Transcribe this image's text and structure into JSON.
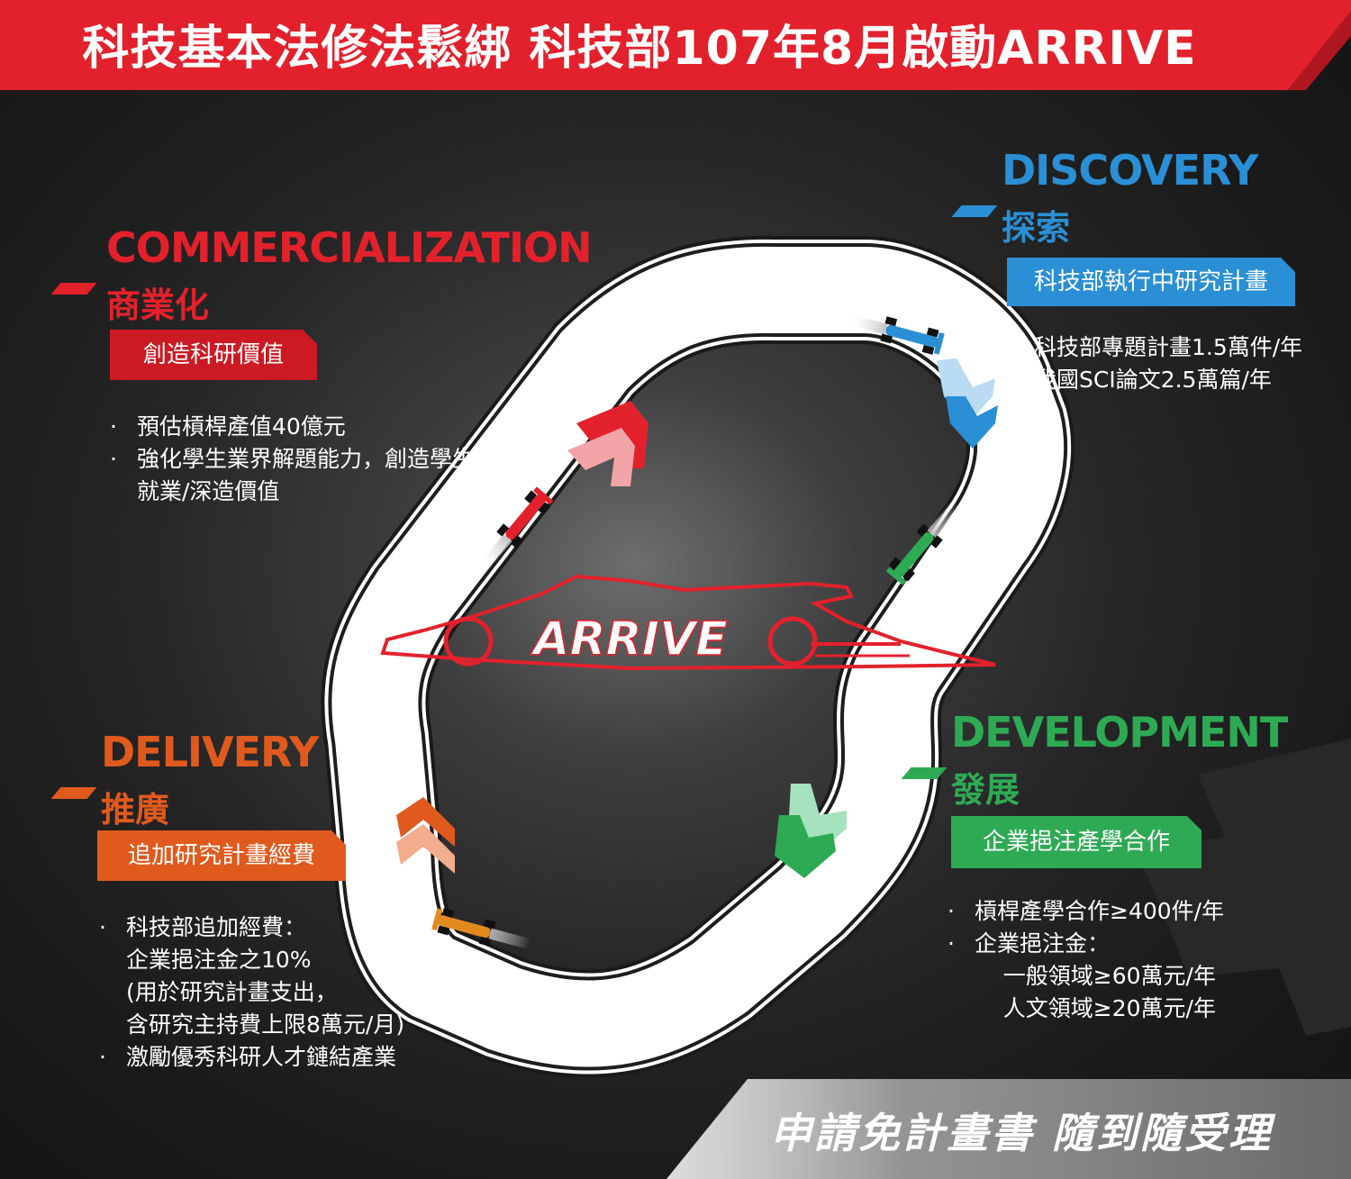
{
  "header": {
    "title": "科技基本法修法鬆綁 科技部107年8月啟動ARRIVE"
  },
  "logo": {
    "word": "ARRIVE"
  },
  "sections": {
    "commercialization": {
      "en": "COMMERCIALIZATION",
      "zh": "商業化",
      "tag": "創造科研價值",
      "color": "#e3212c",
      "bullets": [
        {
          "dot": "·",
          "text": "預估槓桿產值40億元"
        },
        {
          "dot": "·",
          "text": "強化學生業界解題能力，創造學生"
        },
        {
          "dot": "",
          "text": "就業/深造價值"
        }
      ]
    },
    "discovery": {
      "en": "DISCOVERY",
      "zh": "探索",
      "tag": "科技部執行中研究計畫",
      "color": "#2a8fd4",
      "bullets": [
        {
          "dot": "·",
          "text": "科技部專題計畫1.5萬件/年"
        },
        {
          "dot": "·",
          "text": "我國SCI論文2.5萬篇/年"
        }
      ]
    },
    "delivery": {
      "en": "DELIVERY",
      "zh": "推廣",
      "tag": "追加研究計畫經費",
      "color": "#e05a1e",
      "bullets": [
        {
          "dot": "·",
          "text": "科技部追加經費："
        },
        {
          "dot": "",
          "text": "企業挹注金之10%"
        },
        {
          "dot": "",
          "text": "(用於研究計畫支出，"
        },
        {
          "dot": "",
          "text": " 含研究主持費上限8萬元/月)"
        },
        {
          "dot": "·",
          "text": "激勵優秀科研人才鏈結產業"
        }
      ]
    },
    "development": {
      "en": "DEVELOPMENT",
      "zh": "發展",
      "tag": "企業挹注產學合作",
      "color": "#2eaa55",
      "bullets": [
        {
          "dot": "·",
          "text": "槓桿產學合作≥400件/年"
        },
        {
          "dot": "·",
          "text": "企業挹注金："
        },
        {
          "dot": "",
          "text": "    一般領域≥60萬元/年"
        },
        {
          "dot": "",
          "text": "    人文領域≥20萬元/年"
        }
      ]
    }
  },
  "footer": {
    "text": "申請免計畫書 隨到隨受理"
  }
}
